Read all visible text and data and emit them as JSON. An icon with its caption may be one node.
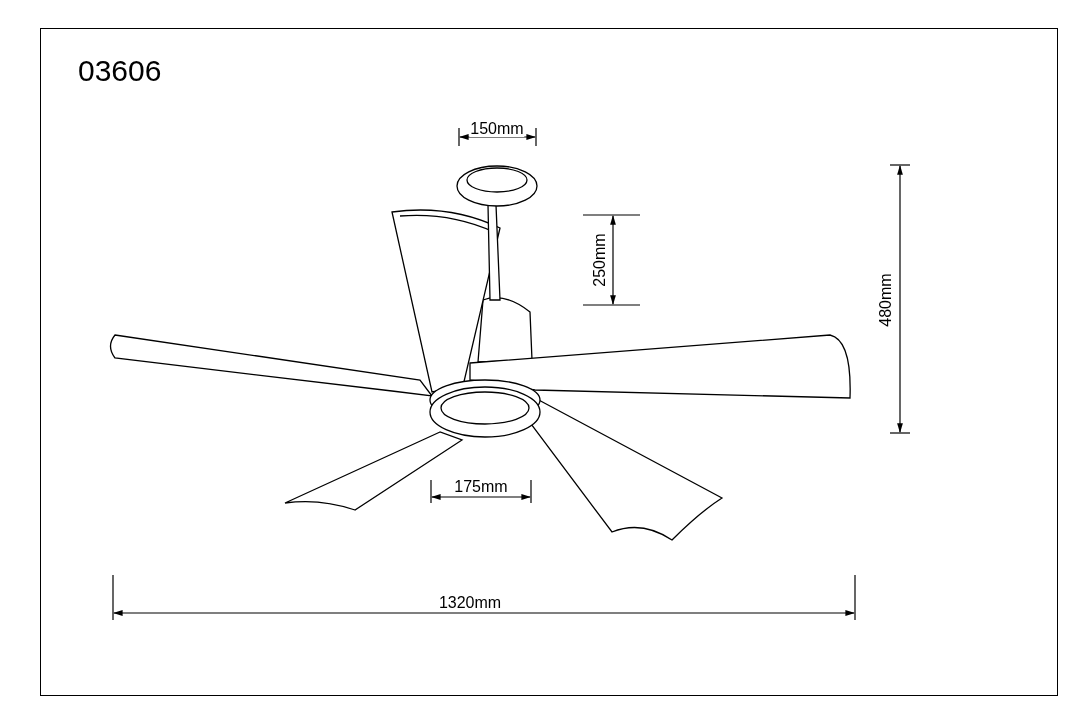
{
  "diagram": {
    "title": "03606",
    "labels": [
      "150mm",
      "250mm",
      "480mm",
      "175mm",
      "1320mm"
    ]
  }
}
